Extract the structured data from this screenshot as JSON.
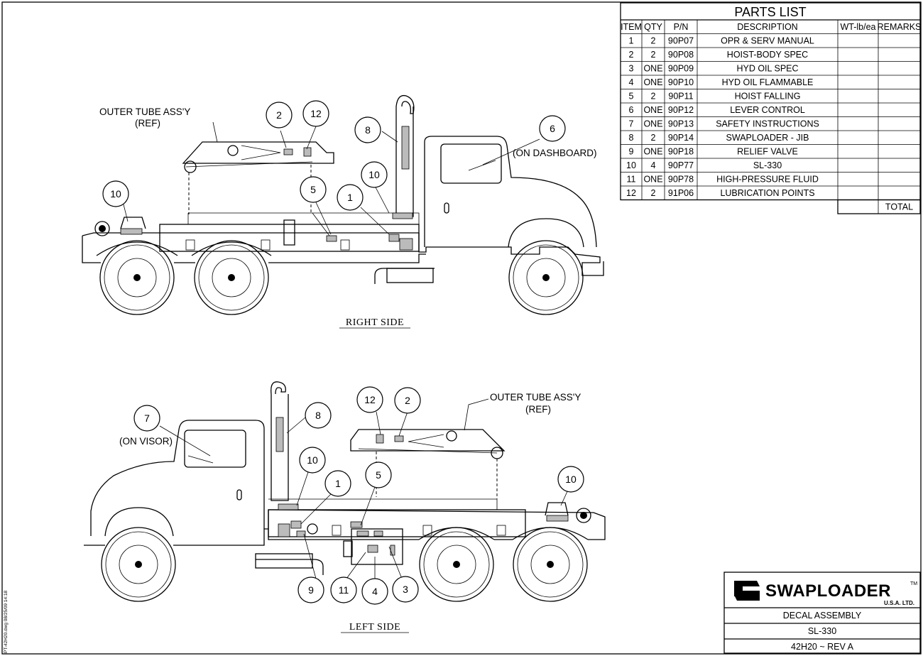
{
  "parts_list": {
    "title": "PARTS LIST",
    "columns": [
      "ITEM",
      "QTY",
      "P/N",
      "DESCRIPTION",
      "WT-lb/ea",
      "REMARKS"
    ],
    "rows": [
      [
        "1",
        "2",
        "90P07",
        "OPR & SERV MANUAL"
      ],
      [
        "2",
        "2",
        "90P08",
        "HOIST-BODY SPEC"
      ],
      [
        "3",
        "ONE",
        "90P09",
        "HYD OIL SPEC"
      ],
      [
        "4",
        "ONE",
        "90P10",
        "HYD OIL FLAMMABLE"
      ],
      [
        "5",
        "2",
        "90P11",
        "HOIST FALLING"
      ],
      [
        "6",
        "ONE",
        "90P12",
        "LEVER CONTROL"
      ],
      [
        "7",
        "ONE",
        "90P13",
        "SAFETY INSTRUCTIONS"
      ],
      [
        "8",
        "2",
        "90P14",
        "SWAPLOADER - JIB"
      ],
      [
        "9",
        "ONE",
        "90P18",
        "RELIEF VALVE"
      ],
      [
        "10",
        "4",
        "90P77",
        "SL-330"
      ],
      [
        "11",
        "ONE",
        "90P78",
        "HIGH-PRESSURE FLUID"
      ],
      [
        "12",
        "2",
        "91P06",
        "LUBRICATION POINTS"
      ]
    ],
    "total_label": "TOTAL"
  },
  "views": {
    "right_side": "RIGHT SIDE",
    "left_side": "LEFT SIDE"
  },
  "notes": {
    "outer_tube_line1": "OUTER TUBE ASS'Y",
    "outer_tube_line2": "(REF)",
    "on_dashboard": "(ON DASHBOARD)",
    "on_visor": "(ON VISOR)"
  },
  "callouts": {
    "right": [
      "2",
      "12",
      "8",
      "6",
      "10",
      "5",
      "1",
      "10"
    ],
    "left": [
      "7",
      "8",
      "12",
      "2",
      "10",
      "1",
      "5",
      "10",
      "9",
      "11",
      "4",
      "3"
    ]
  },
  "title_block": {
    "logo_text": "SWAPLOADER",
    "logo_tm": "TM",
    "logo_sub": "U.S.A. LTD.",
    "drawing_title": "DECAL ASSEMBLY",
    "model": "SL-330",
    "drawing_no": "42H20 ~ REV A"
  },
  "margin_text": "PT-42H20.dwg  08/25/09  14:18"
}
